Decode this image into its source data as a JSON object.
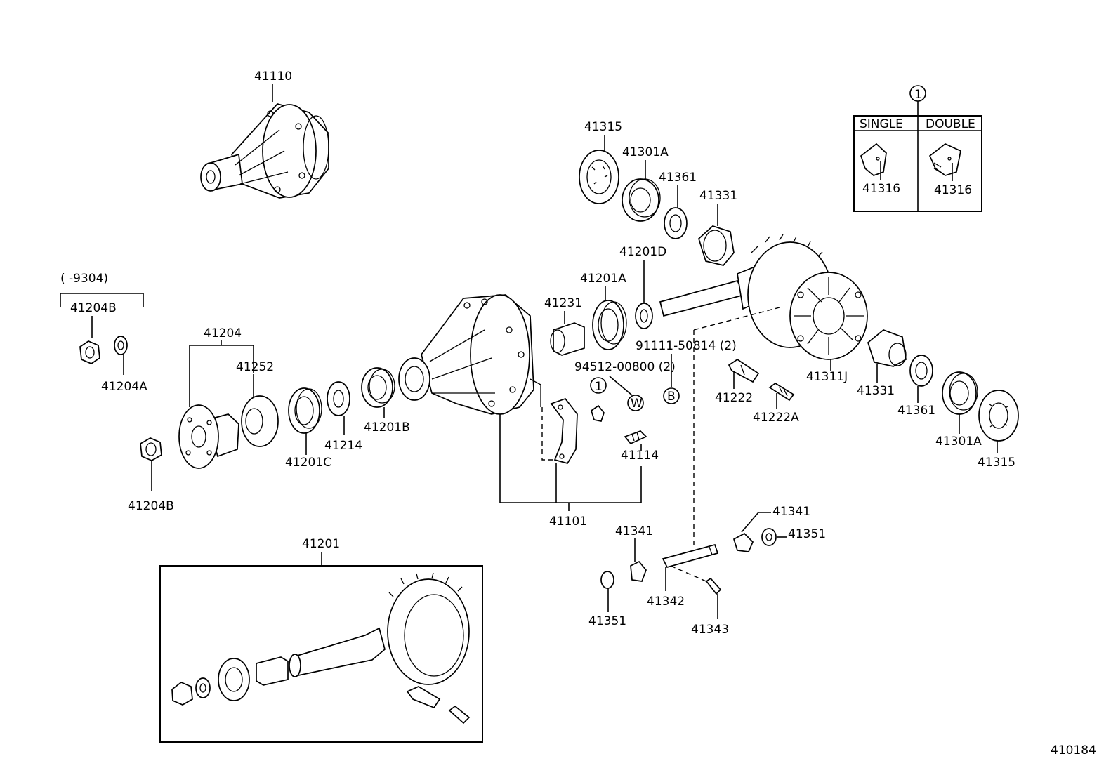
{
  "diagram_id": "410184",
  "labels": {
    "p41110": "41110",
    "p41315_top": "41315",
    "p41301A_top": "41301A",
    "p41361_top": "41361",
    "p41331_top": "41331",
    "p41201D": "41201D",
    "p41201A": "41201A",
    "p41231": "41231",
    "bolt_91111": "91111-50814 (2)",
    "washer_94512": "94512-00800 (2)",
    "p41311J": "41311J",
    "p41331_right": "41331",
    "p41361_right": "41361",
    "p41301A_right": "41301A",
    "p41315_right": "41315",
    "p41222": "41222",
    "p41222A": "41222A",
    "p41114": "41114",
    "p41101": "41101",
    "p41204": "41204",
    "p41252": "41252",
    "p41201C": "41201C",
    "p41214": "41214",
    "p41201B": "41201B",
    "p41204B_nut": "41204B",
    "range_note": "(        -9304)",
    "p41204B_top": "41204B",
    "p41204A": "41204A",
    "p41201": "41201",
    "p41341_left": "41341",
    "p41351_left": "41351",
    "p41342": "41342",
    "p41343": "41343",
    "p41341_right": "41341",
    "p41351_right": "41351"
  },
  "variant_table": {
    "callout": "1",
    "headers": [
      "SINGLE",
      "DOUBLE"
    ],
    "cells": [
      "41316",
      "41316"
    ]
  },
  "markers": {
    "callout_1": "1",
    "washer_mark": "W",
    "bolt_mark": "B"
  }
}
